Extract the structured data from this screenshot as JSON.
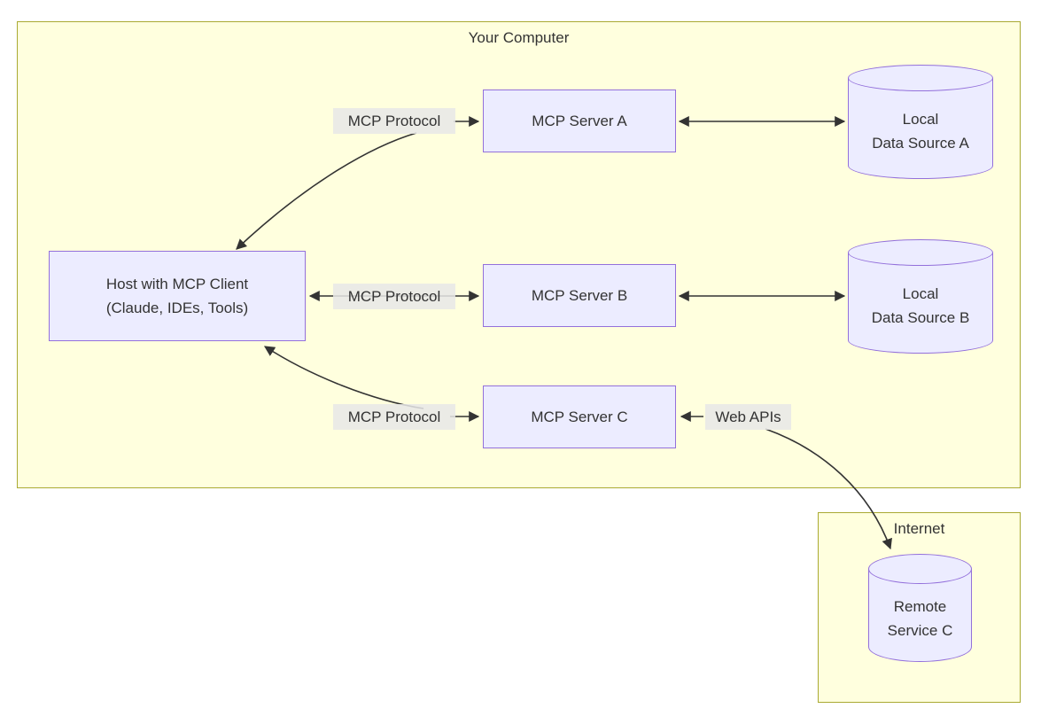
{
  "containers": {
    "your_computer": {
      "label": "Your Computer"
    },
    "internet": {
      "label": "Internet"
    }
  },
  "nodes": {
    "host": {
      "line1": "Host with MCP Client",
      "line2": "(Claude, IDEs, Tools)"
    },
    "server_a": {
      "label": "MCP Server A"
    },
    "server_b": {
      "label": "MCP Server B"
    },
    "server_c": {
      "label": "MCP Server C"
    },
    "data_a": {
      "line1": "Local",
      "line2": "Data Source A"
    },
    "data_b": {
      "line1": "Local",
      "line2": "Data Source B"
    },
    "remote_c": {
      "line1": "Remote",
      "line2": "Service C"
    }
  },
  "edge_labels": {
    "mcp_a": "MCP Protocol",
    "mcp_b": "MCP Protocol",
    "mcp_c": "MCP Protocol",
    "web_apis": "Web APIs"
  },
  "edges": [
    {
      "from": "host",
      "to": "server_a",
      "label": "MCP Protocol",
      "bidirectional": true
    },
    {
      "from": "host",
      "to": "server_b",
      "label": "MCP Protocol",
      "bidirectional": true
    },
    {
      "from": "host",
      "to": "server_c",
      "label": "MCP Protocol",
      "bidirectional": true
    },
    {
      "from": "server_a",
      "to": "data_a",
      "bidirectional": true
    },
    {
      "from": "server_b",
      "to": "data_b",
      "bidirectional": true
    },
    {
      "from": "server_c",
      "to": "remote_c",
      "label": "Web APIs",
      "bidirectional": true
    }
  ],
  "colors": {
    "node_fill": "#ECECFF",
    "node_border": "#9370DB",
    "cluster_fill": "#FFFFDE",
    "cluster_border": "#AAAA33",
    "edge_label_bg": "#E8E8E8",
    "text": "#333333",
    "arrow": "#333333"
  }
}
